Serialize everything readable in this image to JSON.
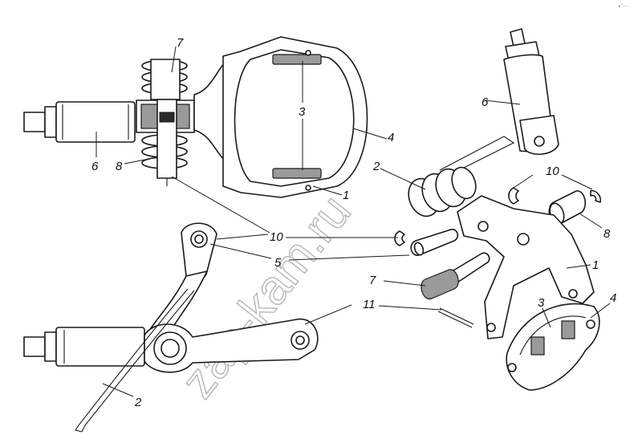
{
  "watermark": "zap-kam.ru",
  "corner_mark": "•´···",
  "callouts": {
    "c1_top": "1",
    "c2_top": "2",
    "c3_top": "3",
    "c4_top": "4",
    "c6_top_left": "6",
    "c6_top_right": "6",
    "c7_top": "7",
    "c8_top": "8",
    "c10_right": "10",
    "c10_mid": "10",
    "c5_mid": "5",
    "c8_right": "8",
    "c1_right": "1",
    "c7_mid": "7",
    "c11_mid": "11",
    "c3_bottom": "3",
    "c4_bottom": "4",
    "c2_bottom": "2"
  }
}
